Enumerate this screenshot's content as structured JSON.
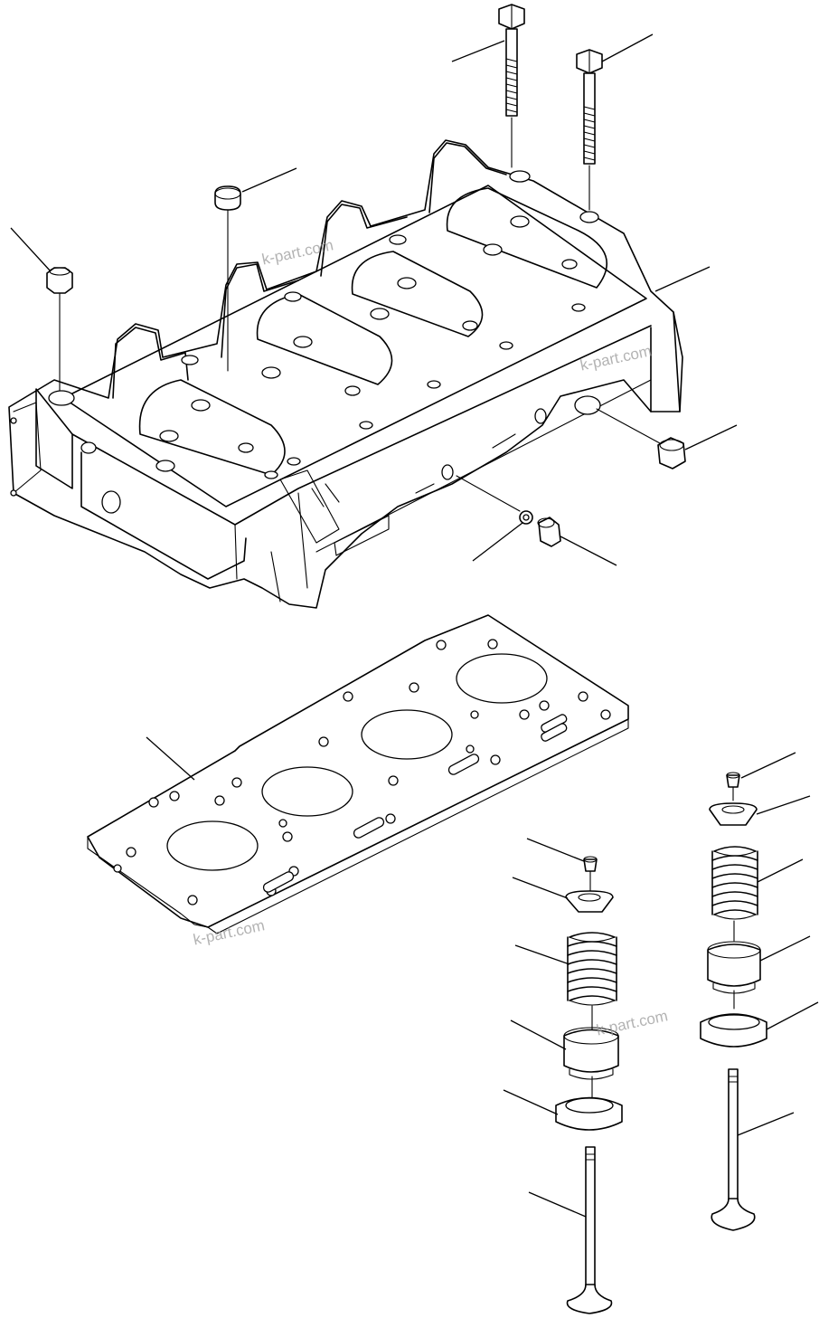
{
  "watermark": {
    "text": "k-part.com"
  },
  "parts": [
    "cylinder-head",
    "head-bolt-long",
    "head-bolt-short",
    "cap-plug-top",
    "cap-plug-left",
    "plug-right",
    "plug-front",
    "washer-front",
    "head-gasket",
    "valve-keeper",
    "valve-retainer",
    "valve-spring",
    "valve-stem-seal",
    "valve-spring-seat",
    "valve"
  ]
}
